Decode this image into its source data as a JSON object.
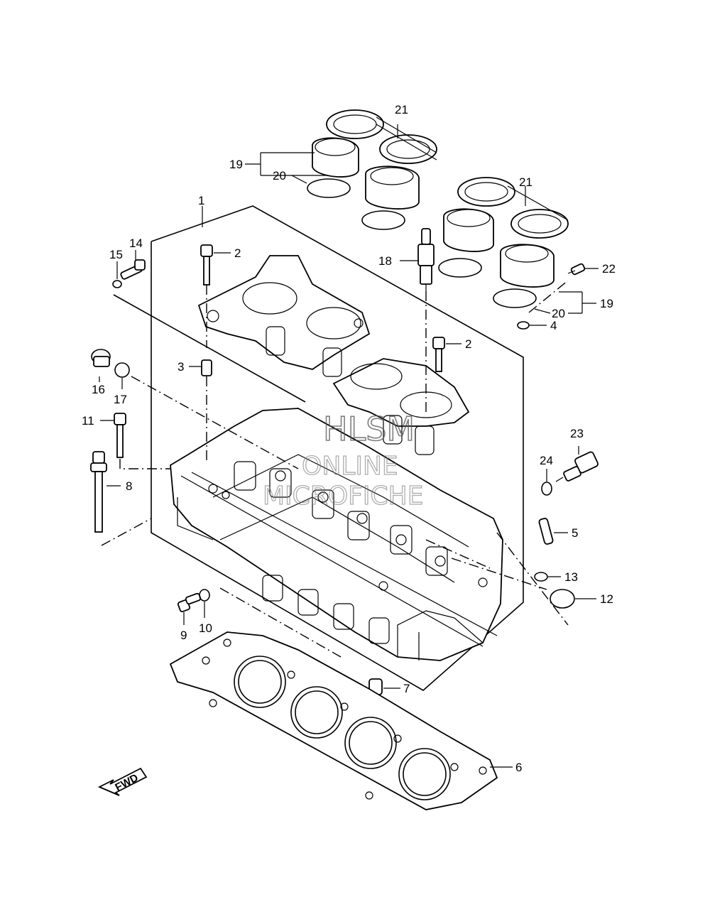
{
  "callouts": {
    "p1": "1",
    "p2a": "2",
    "p2b": "2",
    "p3": "3",
    "p4": "4",
    "p5": "5",
    "p6": "6",
    "p7": "7",
    "p8": "8",
    "p9": "9",
    "p10": "10",
    "p11": "11",
    "p12": "12",
    "p13": "13",
    "p14": "14",
    "p15": "15",
    "p16": "16",
    "p17": "17",
    "p18": "18",
    "p19a": "19",
    "p19b": "19",
    "p20a": "20",
    "p20b": "20",
    "p21a": "21",
    "p21b": "21",
    "p22": "22",
    "p23": "23",
    "p24": "24"
  },
  "watermark": {
    "line1": "HLSM",
    "line2": "ONLINE",
    "line3": "MICROFICHE"
  },
  "fwd_label": "FWD"
}
